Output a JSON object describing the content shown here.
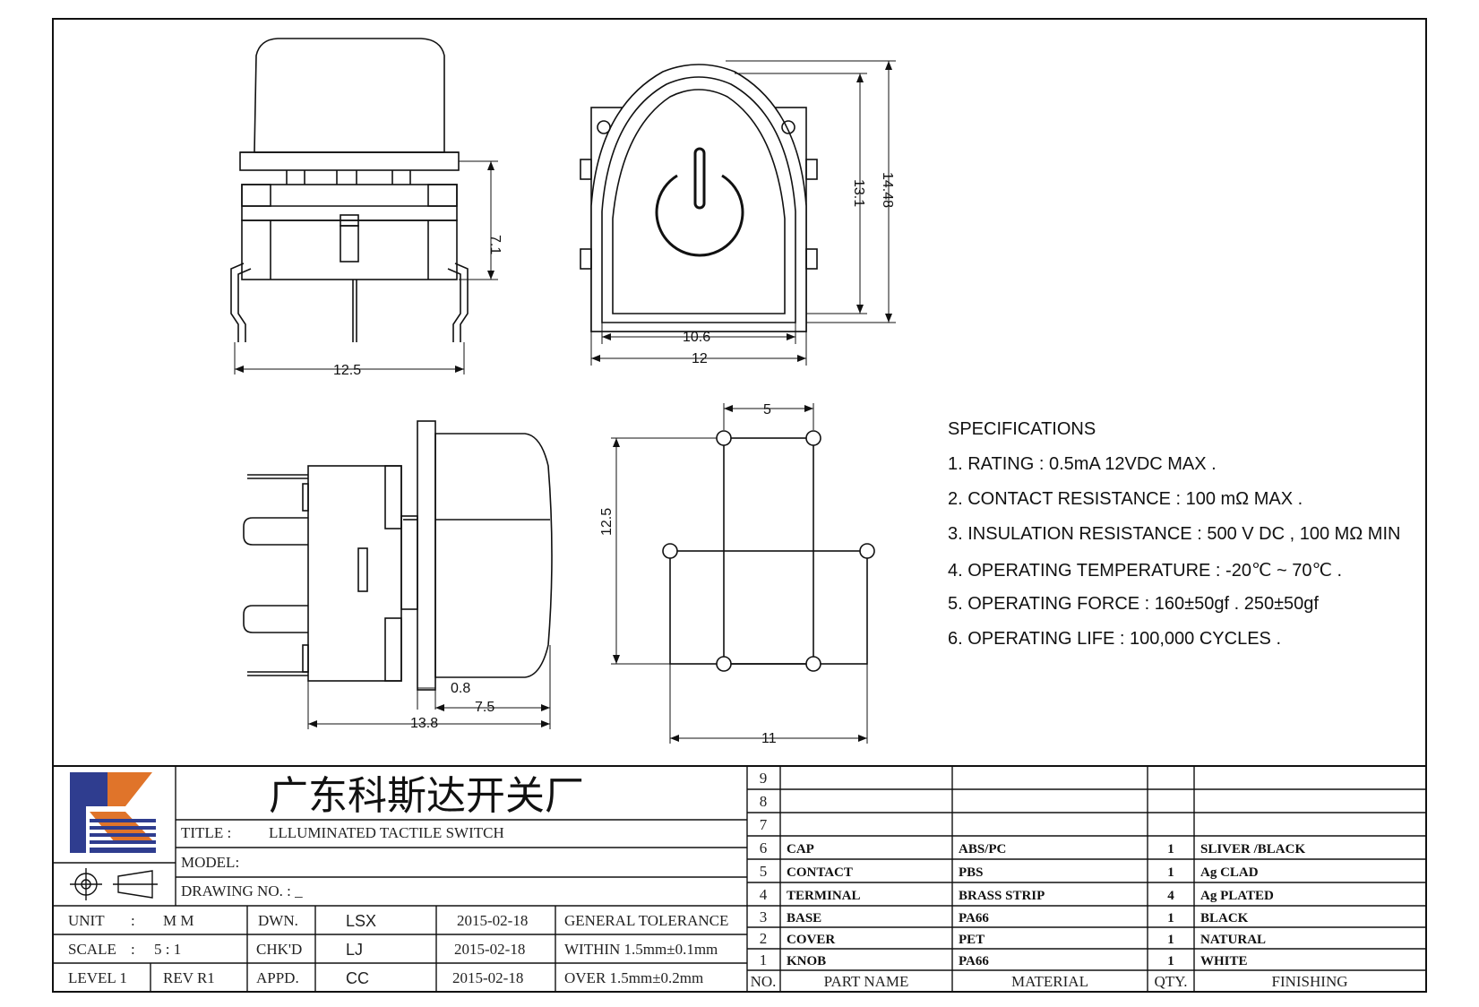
{
  "dims": {
    "front_width": "12.5",
    "front_height": "7.1",
    "top_inner_width": "10.6",
    "top_outer_width": "12",
    "top_inner_height": "13.1",
    "top_outer_height": "14.48",
    "side_flange": "0.8",
    "side_cap": "7.5",
    "side_total": "13.8",
    "pcb_x_spacing": "5",
    "pcb_y_spacing": "12.5",
    "pcb_outline_width": "11"
  },
  "specs": {
    "title": "SPECIFICATIONS",
    "items": [
      "1. RATING : 0.5mA 12VDC MAX .",
      "2. CONTACT RESISTANCE : 100 mΩ MAX .",
      "3. INSULATION RESISTANCE : 500 V DC , 100 MΩ MIN",
      "4. OPERATING TEMPERATURE : -20℃ ~ 70℃ .",
      "5. OPERATING FORCE : 160±50gf . 250±50gf",
      "6. OPERATING LIFE : 100,000 CYCLES ."
    ]
  },
  "title_block": {
    "company": "广东科斯达开关厂",
    "title_label": "TITLE :",
    "title_value": "LLLUMINATED TACTILE SWITCH",
    "model_label": "MODEL:",
    "drawing_no_label": "DRAWING NO. : _",
    "unit_label": "UNIT",
    "unit_value": "M M",
    "scale_label": "SCALE",
    "scale_value": "5 : 1",
    "level_label": "LEVEL 1",
    "rev_label": "REV R1",
    "dwn_label": "DWN.",
    "dwn_value": "LSX",
    "chk_label": "CHK'D",
    "chk_value": "LJ",
    "appd_label": "APPD.",
    "appd_value": "CC",
    "date1": "2015-02-18",
    "date2": "2015-02-18",
    "date3": "2015-02-18",
    "tol_title": "GENERAL TOLERANCE",
    "tol_within": "WITHIN 1.5mm±0.1mm",
    "tol_over": "OVER 1.5mm±0.2mm",
    "colon": ":"
  },
  "bom": {
    "headers": [
      "NO.",
      "PART NAME",
      "MATERIAL",
      "QTY.",
      "FINISHING"
    ],
    "rows": [
      {
        "no": "9",
        "part": "",
        "material": "",
        "qty": "",
        "finish": ""
      },
      {
        "no": "8",
        "part": "",
        "material": "",
        "qty": "",
        "finish": ""
      },
      {
        "no": "7",
        "part": "",
        "material": "",
        "qty": "",
        "finish": ""
      },
      {
        "no": "6",
        "part": "CAP",
        "material": "ABS/PC",
        "qty": "1",
        "finish": "SLIVER /BLACK"
      },
      {
        "no": "5",
        "part": "CONTACT",
        "material": "PBS",
        "qty": "1",
        "finish": "Ag CLAD"
      },
      {
        "no": "4",
        "part": "TERMINAL",
        "material": "BRASS STRIP",
        "qty": "4",
        "finish": "Ag PLATED"
      },
      {
        "no": "3",
        "part": "BASE",
        "material": "PA66",
        "qty": "1",
        "finish": "BLACK"
      },
      {
        "no": "2",
        "part": "COVER",
        "material": "PET",
        "qty": "1",
        "finish": "NATURAL"
      },
      {
        "no": "1",
        "part": "KNOB",
        "material": "PA66",
        "qty": "1",
        "finish": "WHITE"
      }
    ]
  },
  "colors": {
    "line": "#111111",
    "logo_blue": "#2f3d8f",
    "logo_orange": "#e0742a"
  }
}
